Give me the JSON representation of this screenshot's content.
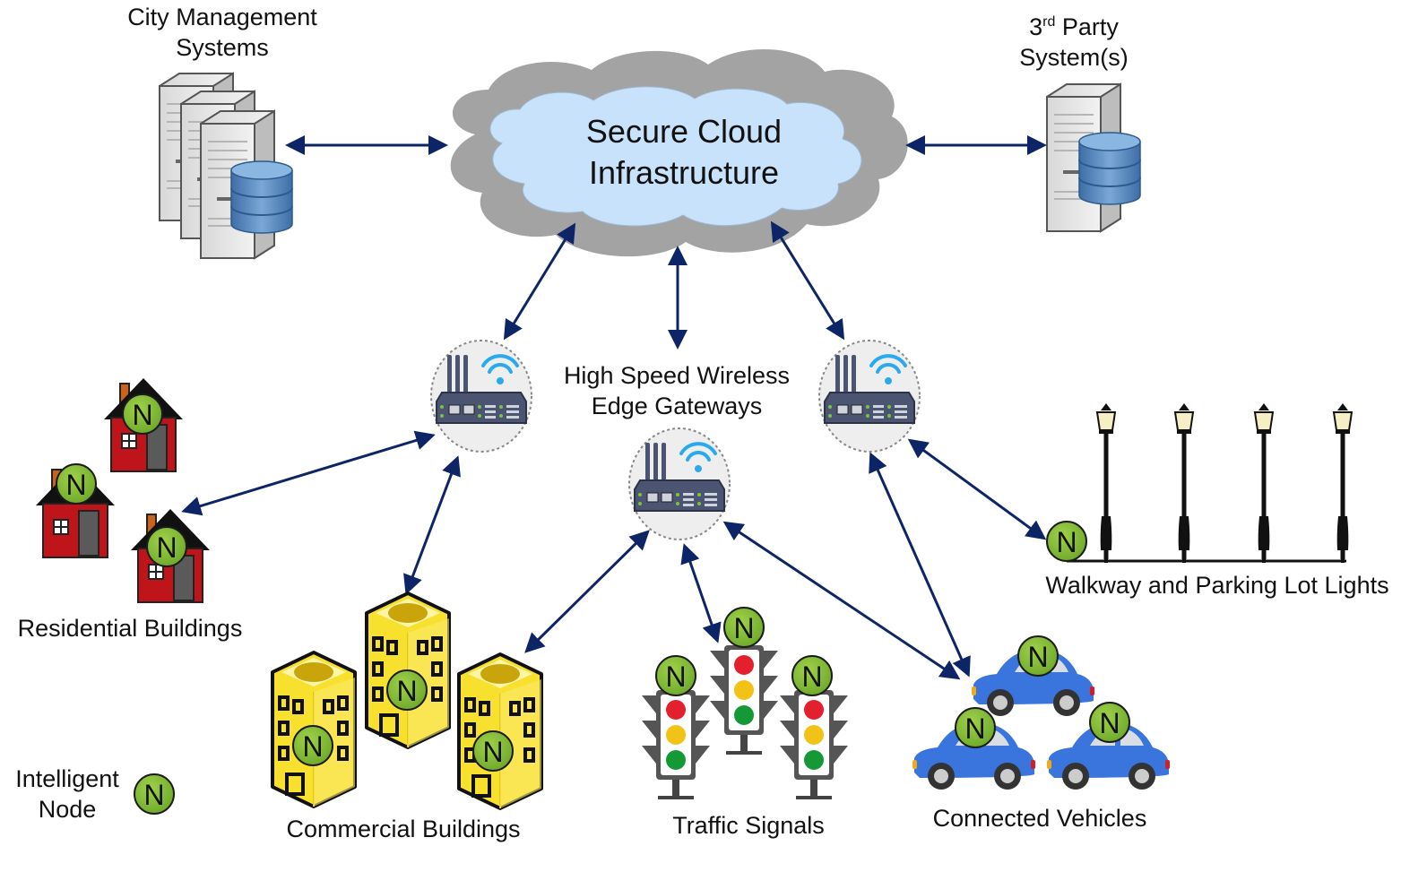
{
  "title": "Smart City IoT Architecture",
  "cloud": {
    "line1": "Secure Cloud",
    "line2": "Infrastructure"
  },
  "city_management": {
    "line1": "City Management",
    "line2": "Systems"
  },
  "third_party": {
    "prefix": "3",
    "sup": "rd",
    "line1_rest": " Party",
    "line2": "System(s)"
  },
  "gateways": {
    "line1": "High Speed Wireless",
    "line2": "Edge Gateways"
  },
  "groups": {
    "residential": "Residential Buildings",
    "commercial": "Commercial Buildings",
    "traffic": "Traffic Signals",
    "vehicles": "Connected Vehicles",
    "lights": "Walkway and Parking Lot Lights"
  },
  "legend": {
    "line1": "Intelligent",
    "line2": "Node",
    "symbol": "N"
  },
  "node_letter": "N",
  "colors": {
    "arrow": "#0d2566",
    "node_fill": "#7cb82f",
    "cloud_inner": "#c9e2fb",
    "cloud_outer": "#a3a3a3",
    "house_red": "#c0141b",
    "building_yellow": "#f7e12e",
    "car_blue": "#3a74dd",
    "wifi_blue": "#2aa9ee"
  }
}
